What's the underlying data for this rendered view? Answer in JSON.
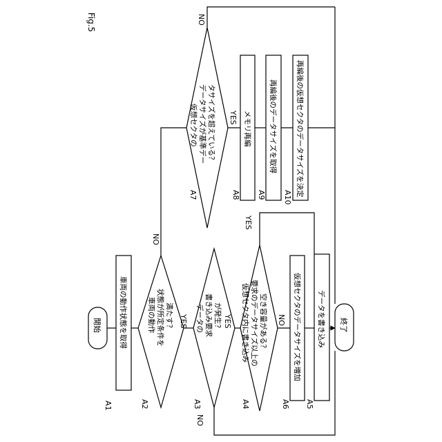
{
  "figure": {
    "label": "Fig.5"
  },
  "terminals": {
    "start": "開始",
    "end": "終了"
  },
  "steps": {
    "A1": {
      "id": "A1",
      "lines": [
        "車両の動作状態を取得"
      ]
    },
    "A2": {
      "id": "A2",
      "lines": [
        "車両の動作",
        "状態が所定条件を",
        "満たす？"
      ]
    },
    "A3": {
      "id": "A3",
      "lines": [
        "データの",
        "書き込み要求",
        "が発生？"
      ]
    },
    "A4": {
      "id": "A4",
      "lines": [
        "仮想セクタ内に書き込み",
        "要求のデータサイズ以上の",
        "空き容量がある？"
      ]
    },
    "A5": {
      "id": "A5",
      "lines": [
        "データを書き込み"
      ]
    },
    "A6": {
      "id": "A6",
      "lines": [
        "仮想セクタのデータサイズを増加"
      ]
    },
    "A7": {
      "id": "A7",
      "lines": [
        "仮想セクタの",
        "データサイズが基準デー",
        "タサイズを超えている？"
      ]
    },
    "A8": {
      "id": "A8",
      "lines": [
        "メモリ再編"
      ]
    },
    "A9": {
      "id": "A9",
      "lines": [
        "再編後のデータサイズを取得"
      ]
    },
    "A10": {
      "id": "A10",
      "lines": [
        "再編後の仮想セクタのデータサイズを決定"
      ]
    }
  },
  "branch_labels": {
    "yes": "YES",
    "no": "NO"
  }
}
